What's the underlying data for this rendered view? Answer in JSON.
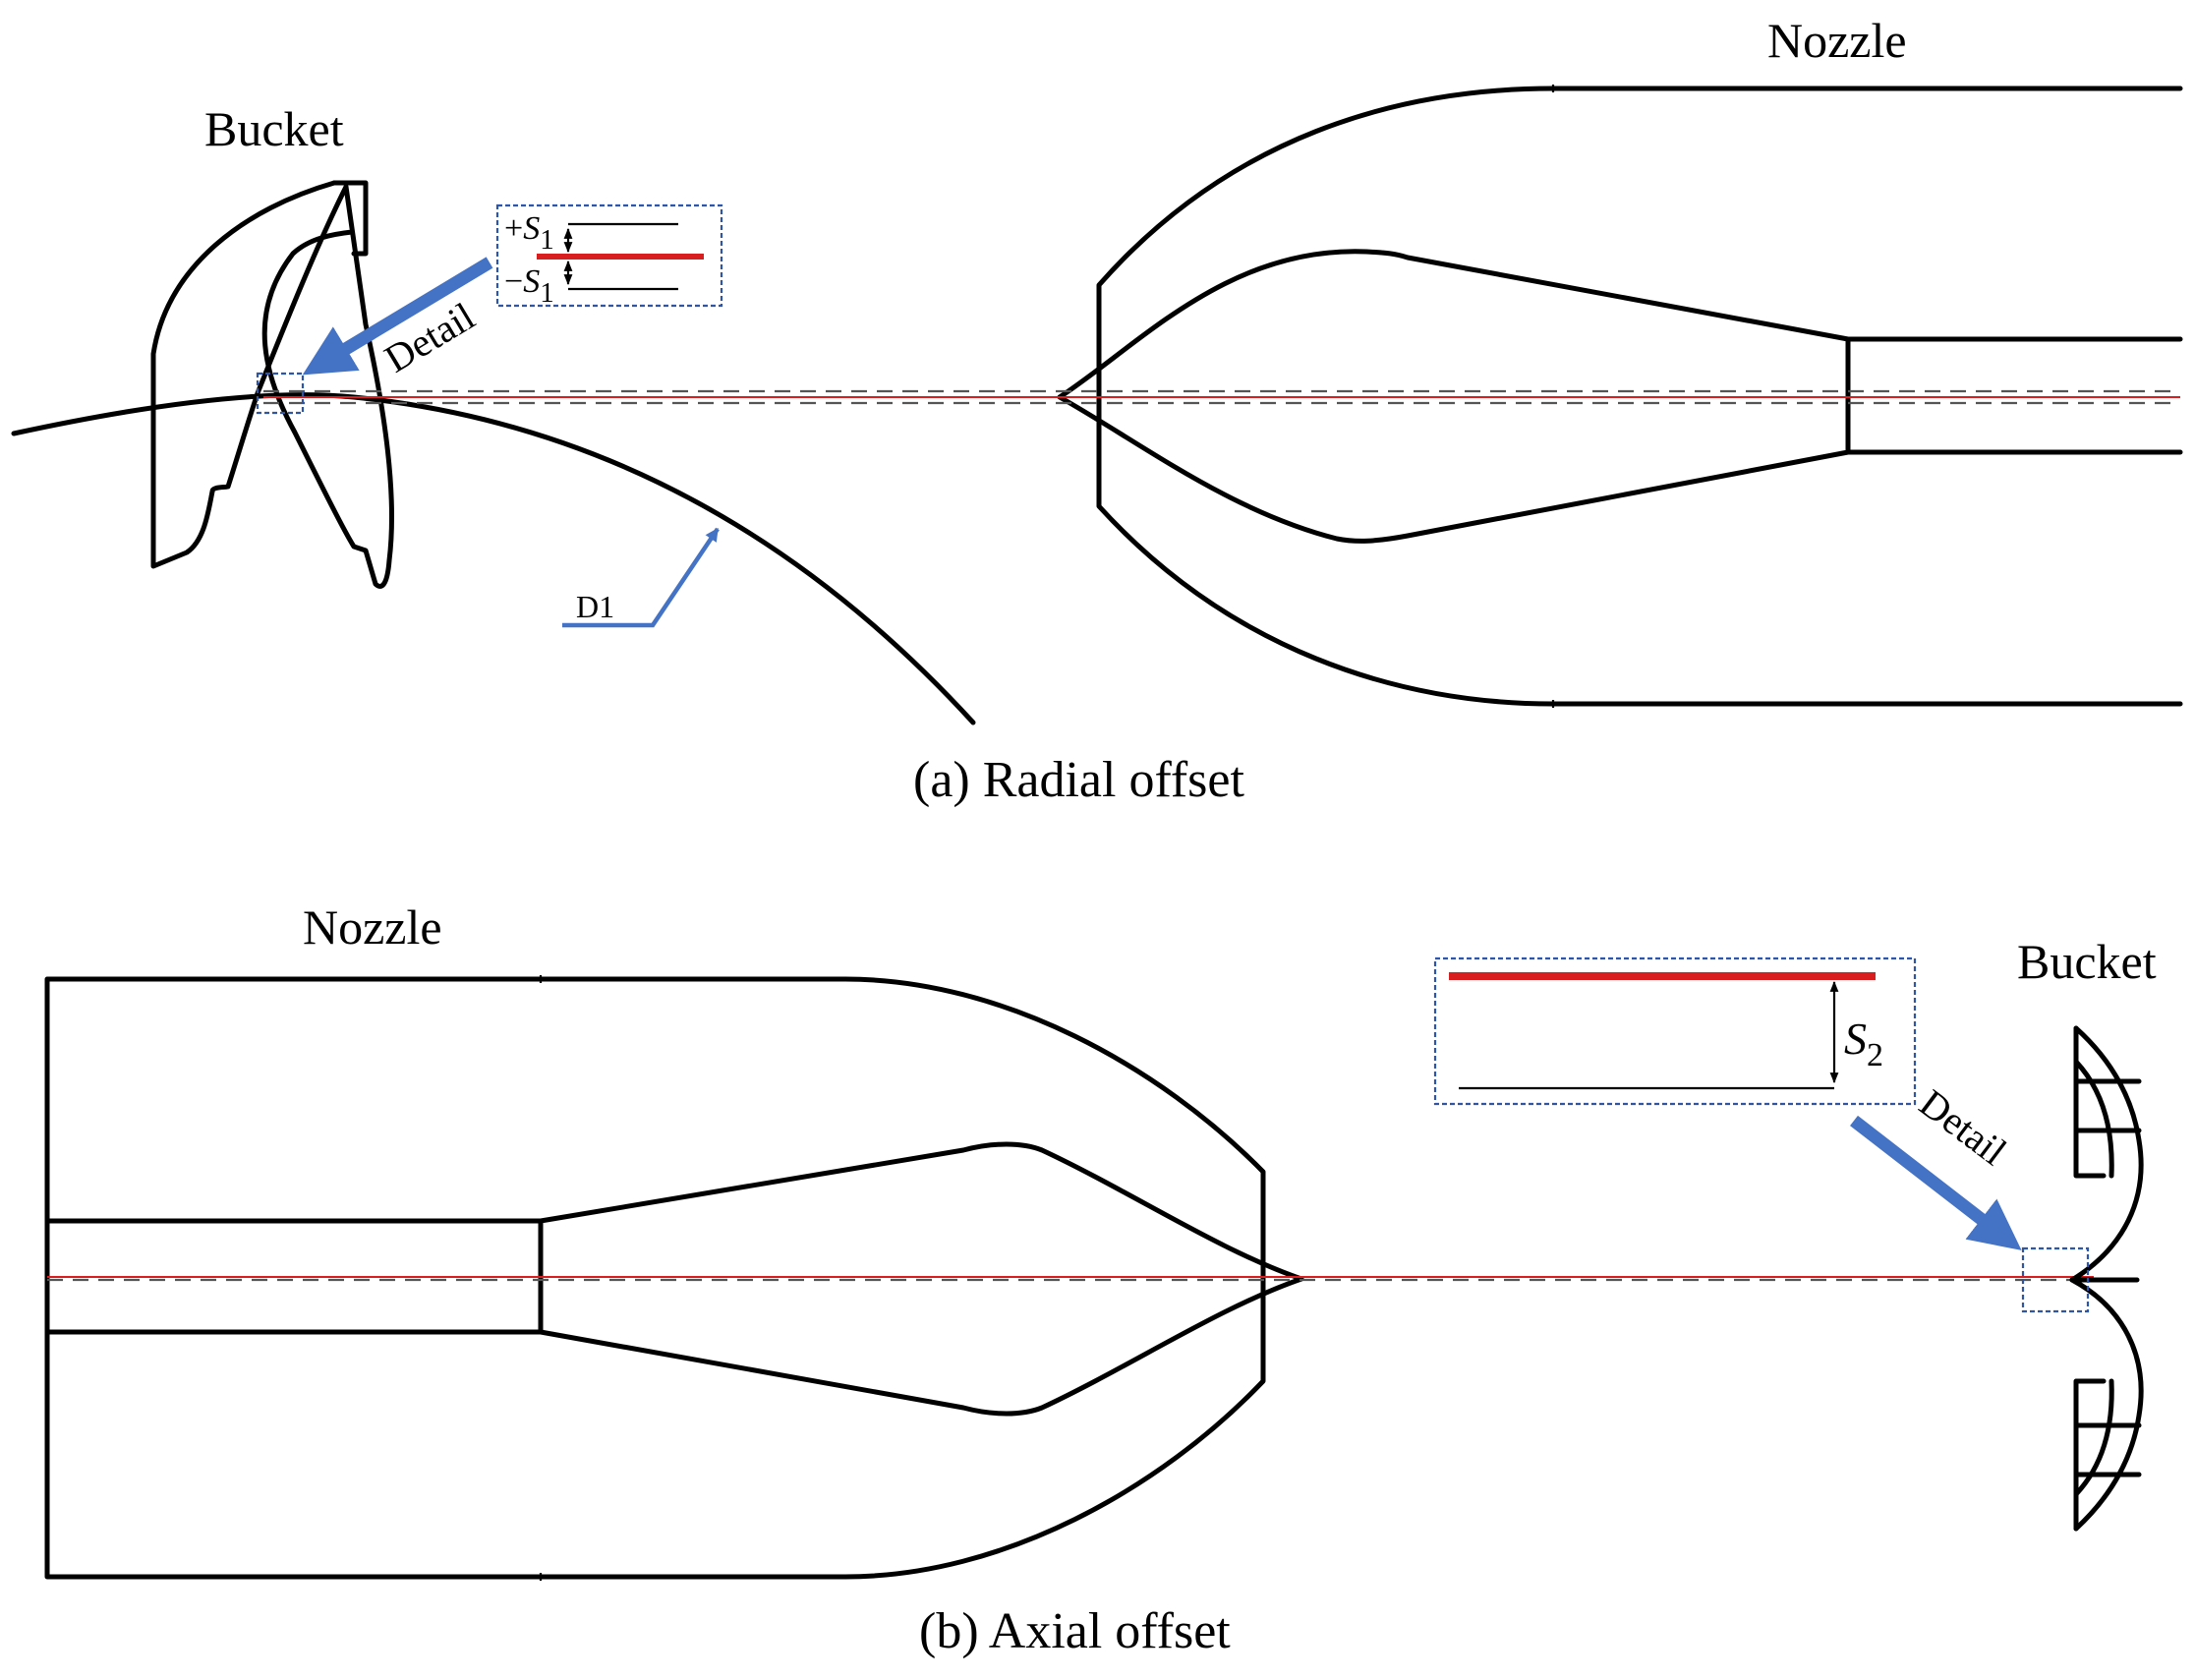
{
  "panel_a": {
    "caption": "(a) Radial offset",
    "bucket_label": "Bucket",
    "nozzle_label": "Nozzle",
    "detail_label": "Detail",
    "diameter_label": "D1",
    "offset_plus": {
      "sign": "+",
      "symbol": "S",
      "subscript": "1"
    },
    "offset_minus": {
      "sign": "−",
      "symbol": "S",
      "subscript": "1"
    }
  },
  "panel_b": {
    "caption": "(b) Axial offset",
    "nozzle_label": "Nozzle",
    "bucket_label": "Bucket",
    "detail_label": "Detail",
    "offset": {
      "symbol": "S",
      "subscript": "2"
    }
  },
  "colors": {
    "jet_axis": "#d81e1e",
    "pointer_arrow": "#4472c4",
    "detail_box": "#2f55a6",
    "outline": "#000000",
    "centerline": "#555555"
  },
  "icons": [
    "arrow-icon",
    "double-arrow-icon"
  ]
}
